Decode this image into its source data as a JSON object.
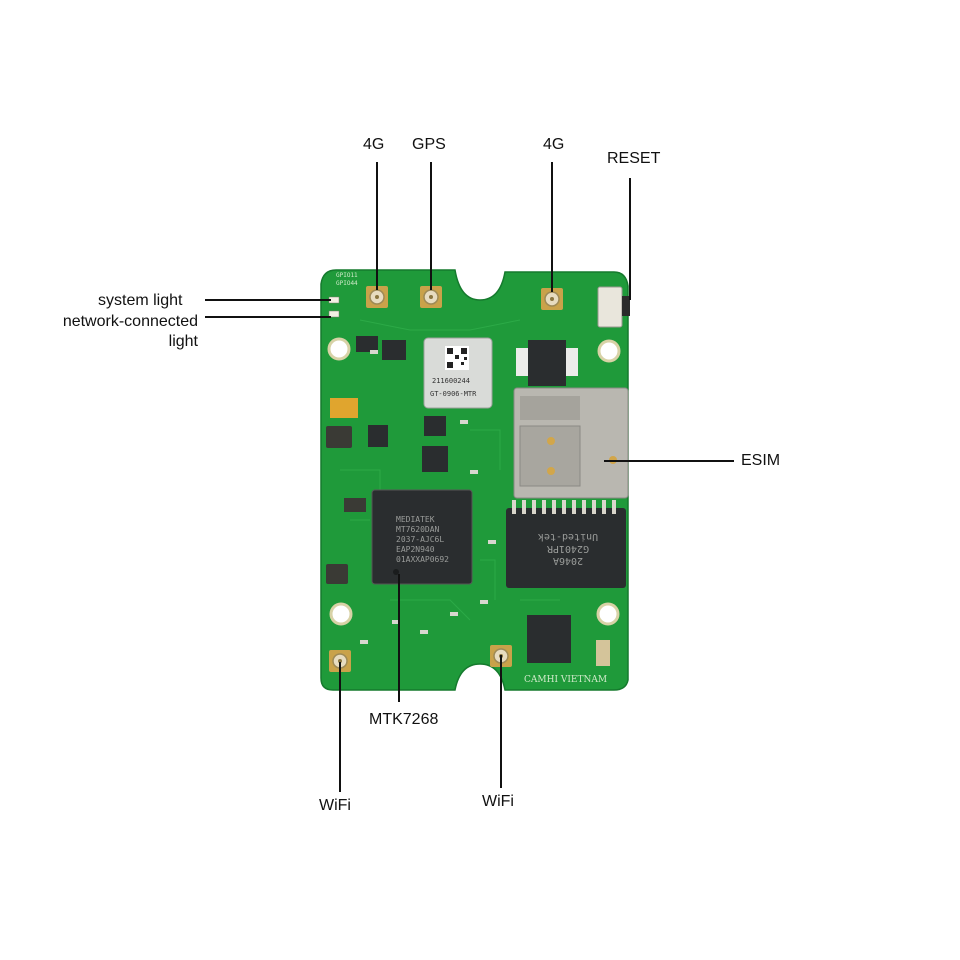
{
  "labels": {
    "antenna_4g_left": "4G",
    "antenna_gps": "GPS",
    "antenna_4g_right": "4G",
    "reset": "RESET",
    "system_light": "system light",
    "network_light_line1": "network-connected",
    "network_light_line2": "light",
    "esim": "ESIM",
    "soc": "MTK7268",
    "wifi_left": "WiFi",
    "wifi_right": "WiFi"
  },
  "board_markings": {
    "gps_module_serial": "211600244",
    "gps_module_model": "GT-0906-MTR",
    "soc_line1": "MEDIATEK",
    "soc_line2": "MT7620DAN",
    "soc_line3": "2037-AJC6L",
    "soc_line4": "EAP2N940",
    "soc_line5": "01AXXAP0692",
    "transformer_brand": "United-tek",
    "transformer_model": "G2401PR",
    "transformer_code": "2046A",
    "maker": "CAMHI VIETNAM",
    "gpio_a": "GPIO11",
    "gpio_b": "GPIO44"
  },
  "colors": {
    "pcb": "#1f9a3a",
    "pcb_dark": "#178030",
    "chip": "#2a2d2f",
    "gold": "#c9a24a",
    "metal": "#b9b7b0",
    "line": "#111111"
  }
}
